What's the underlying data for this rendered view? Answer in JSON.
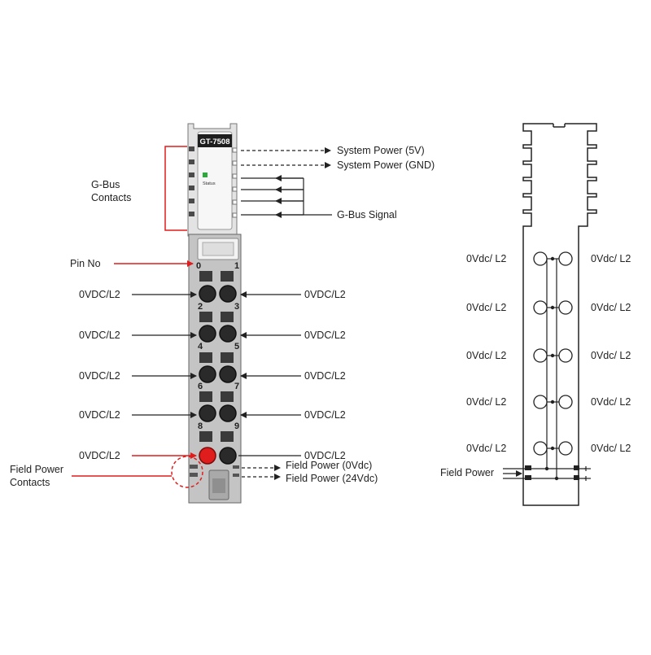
{
  "module": {
    "model": "GT-7508",
    "status_label": "Status",
    "status_color": "#2eaa3c",
    "pin_numbers": [
      "0",
      "1",
      "2",
      "3",
      "4",
      "5",
      "6",
      "7",
      "8",
      "9"
    ],
    "highlight_color": "#e01d1d"
  },
  "callouts": {
    "system_power_5v": "System Power (5V)",
    "system_power_gnd": "System Power (GND)",
    "gbus_signal": "G-Bus Signal",
    "gbus_contacts": "G-Bus\nContacts",
    "pin_no": "Pin No",
    "field_power_contacts": "Field Power\nContacts",
    "field_power_0vdc": "Field Power (0Vdc)",
    "field_power_24vdc": "Field Power (24Vdc)",
    "pin_label_left": [
      "0VDC/L2",
      "0VDC/L2",
      "0VDC/L2",
      "0VDC/L2",
      "0VDC/L2"
    ],
    "pin_label_right": [
      "0VDC/L2",
      "0VDC/L2",
      "0VDC/L2",
      "0VDC/L2",
      "0VDC/L2"
    ]
  },
  "schematic": {
    "left_labels": [
      "0Vdc/ L2",
      "0Vdc/ L2",
      "0Vdc/ L2",
      "0Vdc/ L2",
      "0Vdc/ L2"
    ],
    "right_labels": [
      "0Vdc/ L2",
      "0Vdc/ L2",
      "0Vdc/ L2",
      "0Vdc/ L2",
      "0Vdc/ L2"
    ],
    "field_power_label": "Field Power"
  }
}
